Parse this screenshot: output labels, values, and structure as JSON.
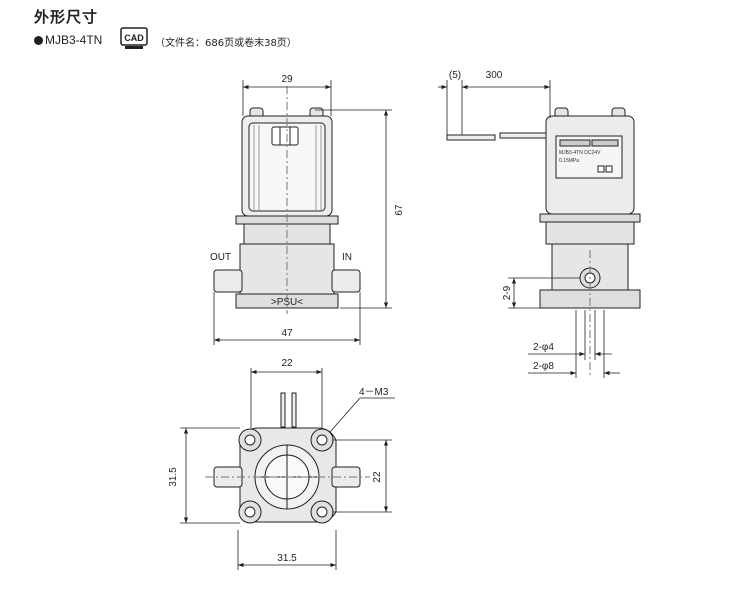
{
  "header": {
    "title": "外形尺寸",
    "model": "MJB3-4TN",
    "cad_icon": "CAD",
    "cad_note": "（文件名：686页或卷末38页）"
  },
  "front_view": {
    "dim_width_top": "29",
    "dim_height": "67",
    "dim_width_bottom": "47",
    "label_out": "OUT",
    "label_in": "IN",
    "body_marking": ">PSU<"
  },
  "side_view": {
    "dim_lead_offset": "(5)",
    "dim_lead_length": "300",
    "dim_port_height": "2-9",
    "dim_port_small": "2-φ4",
    "dim_port_large": "2-φ8",
    "nameplate_line1": "MJB3-4TN  DC24V",
    "nameplate_line2": "0.15MPa"
  },
  "bottom_view": {
    "dim_top": "22",
    "dim_screw": "4－M3",
    "dim_left": "31.5",
    "dim_right": "22",
    "dim_bottom": "31.5"
  }
}
